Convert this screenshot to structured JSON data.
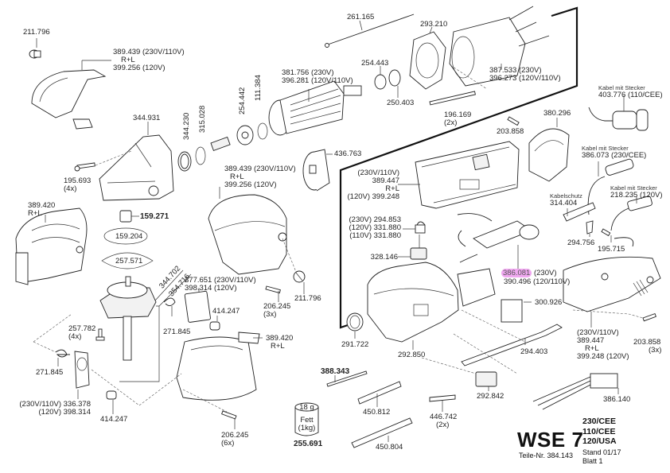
{
  "document": {
    "model": "WSE 7",
    "variants": [
      "230/CEE",
      "110/CEE",
      "120/USA"
    ],
    "parts_list_number": "Teile-Nr. 384.143",
    "stand": "Stand 01/17",
    "sheet": "Blatt 1"
  },
  "highlight_color": "#f0a8f0",
  "labels": {
    "p211796_top": "211.796",
    "guard_top": [
      "389.439 (230V/110V)",
      "R+L",
      "399.256 (120V)"
    ],
    "p261165": "261.165",
    "p293210": "293.210",
    "p254443": "254.443",
    "p250403": "250.403",
    "armature": [
      "381.756 (230V)",
      "396.281 (120V/110V)"
    ],
    "stator": [
      "387.533 (230V)",
      "396.273 (120V/110V)"
    ],
    "p196169": [
      "196.169",
      "(2x)"
    ],
    "p203858_top": "203.858",
    "p380296": "380.296",
    "cable_cee110": [
      "Kabel mit Stecker",
      "403.776 (110/CEE)"
    ],
    "cable_cee230": [
      "Kabel mit Stecker",
      "386.073 (230/CEE)"
    ],
    "cable_usa": [
      "Kabel mit Stecker",
      "218.235 (120V)"
    ],
    "kabelschutz": [
      "Kabelschutz",
      "314.404"
    ],
    "p294756": "294.756",
    "p195715": "195.715",
    "p344931": "344.931",
    "p344230": "344.230",
    "p315028": "315.028",
    "p254442": "254.442",
    "p111384": "111.384",
    "p436763": "436.763",
    "p195693": [
      "195.693",
      "(4x)"
    ],
    "gear_head_cover": [
      "389.439 (230V/110V)",
      "R+L",
      "399.256 (120V)"
    ],
    "housing_half_top": [
      "(230V/110V)",
      "389.447",
      "R+L",
      "(120V) 399.248"
    ],
    "suppressor": [
      "(230V) 294.853",
      "(120V) 331.880",
      "(110V) 331.880"
    ],
    "p328146": "328.146",
    "electronics": {
      "highlighted": "386.081",
      "highlighted_suffix": "(230V)",
      "second": "390.496 (120/110V)"
    },
    "p389420_left": [
      "389.420",
      "R+L"
    ],
    "p159271": "159.271",
    "p159204": "159.204",
    "p257571": "257.571",
    "p344702": "344.702",
    "p354716": "354.716",
    "lock_button": [
      "377.651 (230V/110V)",
      "398.314 (120V)"
    ],
    "p206245_mid": [
      "206.245",
      "(3x)"
    ],
    "p211796_mid": "211.796",
    "p414247_mid": "414.247",
    "p271845_mid": "271.845",
    "p389420_mid": [
      "389.420",
      "R+L"
    ],
    "p257782": [
      "257.782",
      "(4x)"
    ],
    "p271845_left": "271.845",
    "lever": [
      "(230V/110V) 336.378",
      "(120V) 398.314"
    ],
    "p414247_bottom": "414.247",
    "p206245_bottom": [
      "206.245",
      "(6x)"
    ],
    "grease": {
      "amount": "18 g",
      "name": "Fett",
      "pack": "(1kg)",
      "number": "255.691"
    },
    "p388343": "388.343",
    "p450812": "450.812",
    "p450804": "450.804",
    "p446742": [
      "446.742",
      "(2x)"
    ],
    "p291722": "291.722",
    "p292850": "292.850",
    "p300926": "300.926",
    "p294403": "294.403",
    "p292842": "292.842",
    "p386140": "386.140",
    "housing_half_right": [
      "(230V/110V)",
      "389.447",
      "R+L",
      "399.248 (120V)"
    ],
    "p203858_right": [
      "203.858",
      "(3x)"
    ]
  }
}
